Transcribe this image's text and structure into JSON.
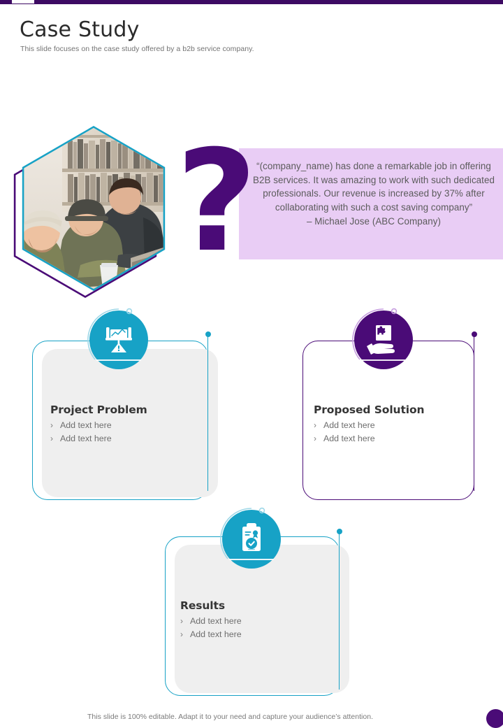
{
  "theme": {
    "purple": "#4a0b77",
    "purple_dark": "#3d0a63",
    "teal": "#17a2c6",
    "lavender": "#e9cdf5",
    "card_gray": "#efefef",
    "text_dark": "#353535",
    "text_muted": "#6e6e6e"
  },
  "header": {
    "title": "Case Study",
    "subtitle": "This slide focuses on the case study offered by a b2b service company."
  },
  "photo": {
    "alt": "team-collaboration-photo",
    "shape": "hexagon"
  },
  "quote": {
    "mark": "?",
    "text": "“(company_name) has done a remarkable job in offering B2B services. It was amazing to work with such dedicated professionals. Our revenue is increased by 37% after collaborating with such a cost saving company”",
    "author": "– Michael Jose (ABC Company)"
  },
  "cards": [
    {
      "id": "project-problem",
      "title": "Project Problem",
      "bullet_marker": "›",
      "bullets": [
        "Add text here",
        "Add text here"
      ],
      "icon": "presentation-chart-warning-icon",
      "accent": "#17a2c6",
      "filled": true
    },
    {
      "id": "proposed-solution",
      "title": "Proposed Solution",
      "bullet_marker": "›",
      "bullets": [
        "Add text here",
        "Add text here"
      ],
      "icon": "hand-puzzle-icon",
      "accent": "#4a0b77",
      "filled": false
    },
    {
      "id": "results",
      "title": "Results",
      "bullet_marker": "›",
      "bullets": [
        "Add text here",
        "Add text here"
      ],
      "icon": "clipboard-check-icon",
      "accent": "#17a2c6",
      "filled": true
    }
  ],
  "footer": {
    "note": "This slide is 100% editable. Adapt it to your need and capture your audience’s attention."
  }
}
